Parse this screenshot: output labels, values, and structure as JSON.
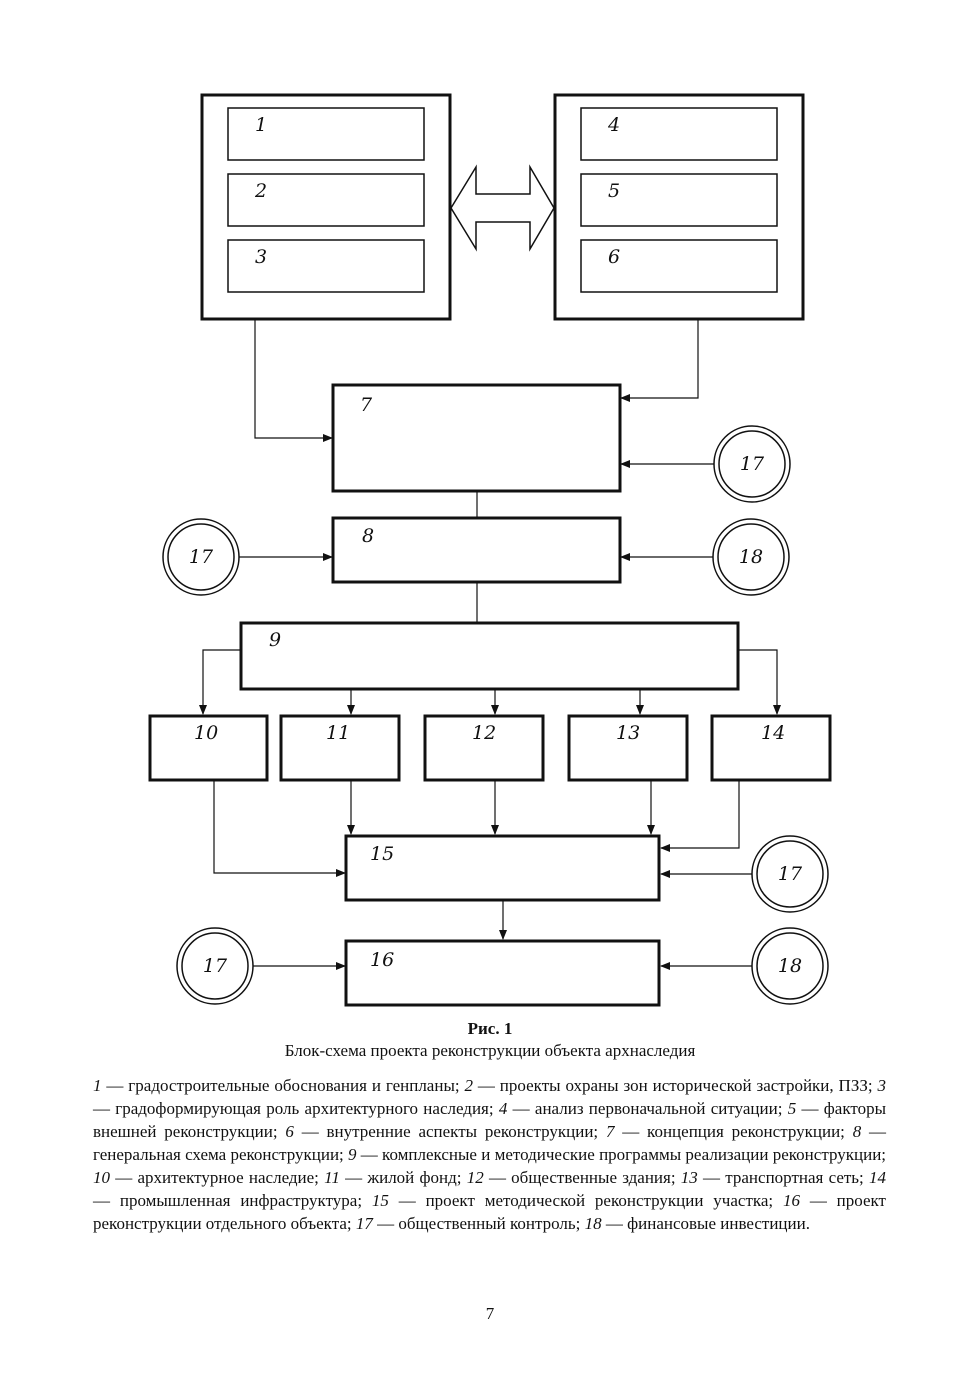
{
  "diagram": {
    "nodes": [
      {
        "id": "1",
        "label": "1"
      },
      {
        "id": "2",
        "label": "2"
      },
      {
        "id": "3",
        "label": "3"
      },
      {
        "id": "4",
        "label": "4"
      },
      {
        "id": "5",
        "label": "5"
      },
      {
        "id": "6",
        "label": "6"
      },
      {
        "id": "7",
        "label": "7"
      },
      {
        "id": "8",
        "label": "8"
      },
      {
        "id": "9",
        "label": "9"
      },
      {
        "id": "10",
        "label": "10"
      },
      {
        "id": "11",
        "label": "11"
      },
      {
        "id": "12",
        "label": "12"
      },
      {
        "id": "13",
        "label": "13"
      },
      {
        "id": "14",
        "label": "14"
      },
      {
        "id": "15",
        "label": "15"
      },
      {
        "id": "16",
        "label": "16"
      }
    ],
    "circles": [
      {
        "id": "c17a",
        "label": "17"
      },
      {
        "id": "c17b",
        "label": "17"
      },
      {
        "id": "c18a",
        "label": "18"
      },
      {
        "id": "c17c",
        "label": "17"
      },
      {
        "id": "c17d",
        "label": "17"
      },
      {
        "id": "c18b",
        "label": "18"
      }
    ]
  },
  "caption": {
    "title": "Рис. 1",
    "subtitle": "Блок-схема проекта реконструкции объекта архнаследия"
  },
  "legend": [
    {
      "num": "1",
      "text": " — градостроительные обоснования и генпланы; "
    },
    {
      "num": "2",
      "text": " — проекты охраны зон исторической застройки, ПЗЗ; "
    },
    {
      "num": "3",
      "text": " — градоформирующая роль архитектурного наследия; "
    },
    {
      "num": "4",
      "text": " — анализ первоначальной ситуации; "
    },
    {
      "num": "5",
      "text": " — факторы внешней реконструкции; "
    },
    {
      "num": "6",
      "text": " — внутренние аспекты реконструкции; "
    },
    {
      "num": "7",
      "text": " — концепция реконструкции; "
    },
    {
      "num": "8",
      "text": " — генеральная схема реконструкции; "
    },
    {
      "num": "9",
      "text": " — комплексные и методические программы реализации реконструкции; "
    },
    {
      "num": "10",
      "text": " — архитектурное наследие; "
    },
    {
      "num": "11",
      "text": " — жилой фонд; "
    },
    {
      "num": "12",
      "text": " — общественные здания; "
    },
    {
      "num": "13",
      "text": " — транспортная сеть; "
    },
    {
      "num": "14",
      "text": " — промышленная инфраструктура; "
    },
    {
      "num": "15",
      "text": " — проект методической реконструкции участка; "
    },
    {
      "num": "16",
      "text": " — проект реконструкции отдельного объекта; "
    },
    {
      "num": "17",
      "text": " — общественный контроль; "
    },
    {
      "num": "18",
      "text": " — финансовые инвестиции."
    }
  ],
  "page_number": "7"
}
